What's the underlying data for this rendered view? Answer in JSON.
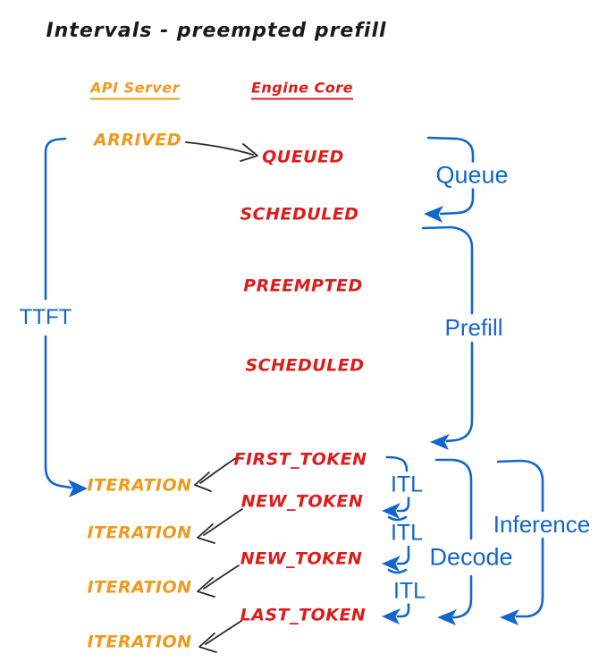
{
  "title": "Intervals - preempted prefill",
  "columns": {
    "api_server": "API Server",
    "engine_core": "Engine Core"
  },
  "events": {
    "arrived": "ARRIVED",
    "queued": "QUEUED",
    "scheduled_1": "SCHEDULED",
    "preempted": "PREEMPTED",
    "scheduled_2": "SCHEDULED",
    "first_token": "FIRST_TOKEN",
    "iteration_1": "ITERATION",
    "new_token_1": "NEW_TOKEN",
    "iteration_2": "ITERATION",
    "new_token_2": "NEW_TOKEN",
    "iteration_3": "ITERATION",
    "last_token": "LAST_TOKEN",
    "iteration_4": "ITERATION"
  },
  "intervals": {
    "ttft": "TTFT",
    "queue": "Queue",
    "prefill": "Prefill",
    "itl_1": "ITL",
    "itl_2": "ITL",
    "itl_3": "ITL",
    "decode": "Decode",
    "inference": "Inference"
  },
  "colors": {
    "api_server_orange": "#f09a1c",
    "engine_core_red": "#dd1c1c",
    "interval_blue": "#1266cc",
    "title_black": "#1a1a1a",
    "event_arrow_black": "#2b2b2b"
  }
}
